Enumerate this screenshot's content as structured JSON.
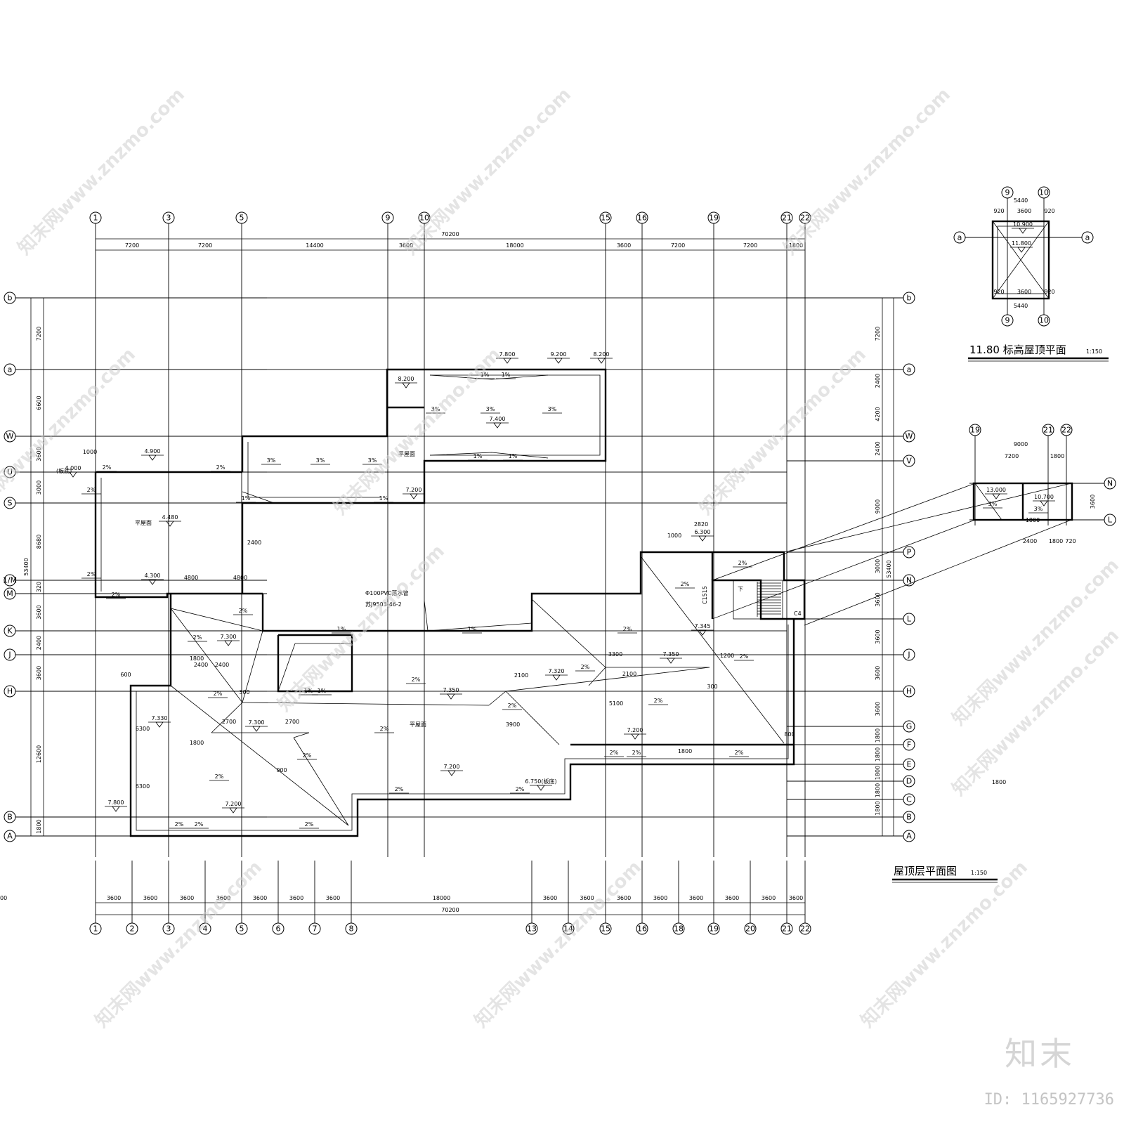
{
  "drawing": {
    "main_title": "屋顶层平面图",
    "main_scale": "1:150",
    "inset_title": "11.80 标高屋顶平面",
    "inset_scale": "1:150"
  },
  "grid": {
    "top_axes": [
      "1",
      "3",
      "5",
      "9",
      "10",
      "15",
      "16",
      "19",
      "21",
      "22"
    ],
    "bottom_axes": [
      "1",
      "2",
      "3",
      "4",
      "5",
      "6",
      "7",
      "8",
      "13",
      "14",
      "15",
      "16",
      "18",
      "19",
      "20",
      "21",
      "22"
    ],
    "rows_left": [
      "b",
      "a",
      "W",
      "U",
      "S",
      "1/M",
      "M",
      "K",
      "J",
      "H",
      "B",
      "A"
    ],
    "rows_right": [
      "b",
      "a",
      "W",
      "V",
      "P",
      "N",
      "L",
      "J",
      "H",
      "G",
      "F",
      "E",
      "D",
      "C",
      "B",
      "A"
    ]
  },
  "dimensions": {
    "top_total": "70200",
    "top_spans": [
      "7200",
      "7200",
      "14400",
      "3600",
      "18000",
      "3600",
      "7200",
      "7200",
      "1800"
    ],
    "bottom_total": "70200",
    "bottom_spans": [
      "3600",
      "3600",
      "3600",
      "3600",
      "3600",
      "3600",
      "3600",
      "18000",
      "3600",
      "3600",
      "3600",
      "3600",
      "3600",
      "3600",
      "3600",
      "3600",
      "1800"
    ],
    "left_total": "53400",
    "left_spans": [
      "7200",
      "6600",
      "3600",
      "3000",
      "8680",
      "320",
      "3600",
      "2400",
      "3600",
      "12600",
      "1800"
    ],
    "right_total": "53400",
    "right_spans": [
      "7200",
      "2400",
      "4200",
      "2400",
      "9000",
      "3000",
      "3600",
      "3600",
      "3600",
      "3600",
      "1800",
      "1800",
      "1800",
      "1800",
      "1800"
    ]
  },
  "labels": {
    "flat_roof": "平屋面",
    "flat_roof_board": "(板底)",
    "pipe": "Φ100PVC落水管",
    "pipe_ref": "苏J9503-46-2",
    "slope_2": "2%",
    "slope_1": "1%",
    "slope_3": "3%",
    "window": "C1515",
    "window2": "C4",
    "up": "下"
  },
  "elevations": [
    "7.800",
    "9.200",
    "8.200",
    "8.200",
    "7.400",
    "4.900",
    "4.000",
    "4.480",
    "4.300",
    "7.200",
    "6.300",
    "7.300",
    "7.345",
    "7.350",
    "7.320",
    "7.350",
    "7.330",
    "7.300",
    "7.200",
    "7.800",
    "7.200",
    "7.200",
    "6.750(板底)",
    "13.000",
    "10.700",
    "10.900",
    "11.800"
  ],
  "misc_dims": [
    "1000",
    "600",
    "2400",
    "4800",
    "4800",
    "2400",
    "2400",
    "300",
    "2700",
    "2700",
    "1800",
    "6300",
    "6300",
    "900",
    "2100",
    "3300",
    "2100",
    "5100",
    "3900",
    "1200",
    "300",
    "800",
    "1000",
    "2820",
    "1800",
    "1800",
    "1800",
    "1800"
  ],
  "inset": {
    "axes_top": [
      "9",
      "10"
    ],
    "axes_side": [
      "a",
      "a"
    ],
    "dims": [
      "5440",
      "920",
      "3600",
      "920",
      "5440",
      "920",
      "3600",
      "920"
    ]
  },
  "stair_inset": {
    "axes": [
      "19",
      "21",
      "22"
    ],
    "rows": [
      "N",
      "L"
    ],
    "dims_top": [
      "9000",
      "7200",
      "1800"
    ],
    "dims_bottom": [
      "2400",
      "1800",
      "720"
    ],
    "side": "3600"
  },
  "watermark": {
    "text": "知末网www.znzmo.com",
    "brand": "知末",
    "id": "ID: 1165927736"
  }
}
